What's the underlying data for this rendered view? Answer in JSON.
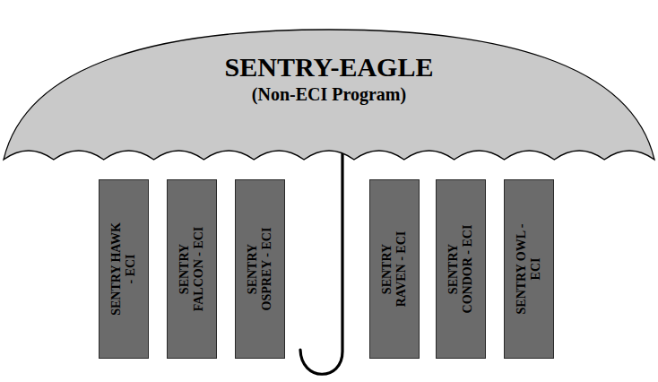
{
  "diagram": {
    "nodes": [
      {
        "text": [
          "SENTRY-EAGLE",
          "(Non-ECI Program)"
        ]
      },
      {
        "text": [
          "SENTRY HAWK - ECI"
        ]
      },
      {
        "text": [
          "SENTRY FALCON - ECI"
        ]
      },
      {
        "text": [
          "SENTRY OSPREY - ECI"
        ]
      },
      {
        "text": [
          "SENTRY RAVEN - ECI"
        ]
      },
      {
        "text": [
          "SENTRY CONDOR - ECI"
        ]
      },
      {
        "text": [
          "SENTRY OWL - ECI"
        ]
      }
    ]
  }
}
